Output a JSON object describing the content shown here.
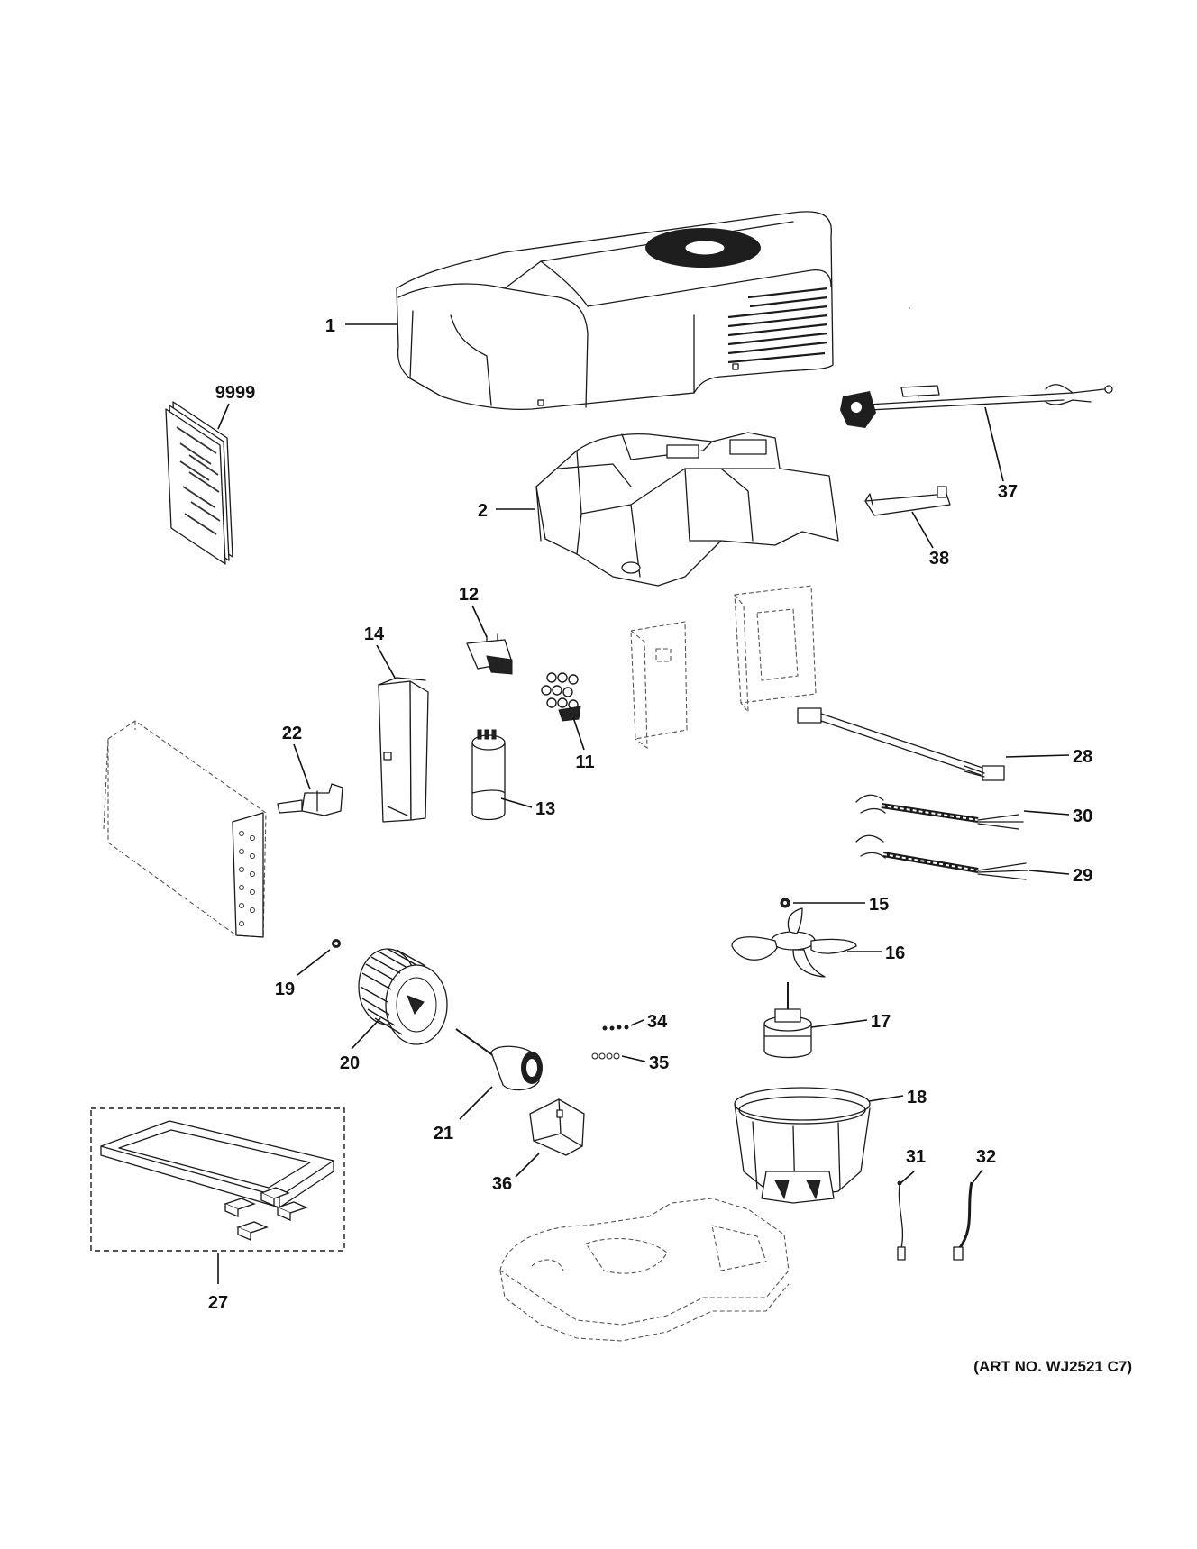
{
  "diagram": {
    "art_number": "(ART NO. WJ2521 C7)",
    "callouts": [
      {
        "id": "c1",
        "text": "1"
      },
      {
        "id": "c2",
        "text": "2"
      },
      {
        "id": "c9999",
        "text": "9999"
      },
      {
        "id": "c37",
        "text": "37"
      },
      {
        "id": "c38",
        "text": "38"
      },
      {
        "id": "c12",
        "text": "12"
      },
      {
        "id": "c14",
        "text": "14"
      },
      {
        "id": "c11",
        "text": "11"
      },
      {
        "id": "c22",
        "text": "22"
      },
      {
        "id": "c13",
        "text": "13"
      },
      {
        "id": "c28",
        "text": "28"
      },
      {
        "id": "c30",
        "text": "30"
      },
      {
        "id": "c29",
        "text": "29"
      },
      {
        "id": "c15",
        "text": "15"
      },
      {
        "id": "c16",
        "text": "16"
      },
      {
        "id": "c19",
        "text": "19"
      },
      {
        "id": "c20",
        "text": "20"
      },
      {
        "id": "c34",
        "text": "34"
      },
      {
        "id": "c17",
        "text": "17"
      },
      {
        "id": "c35",
        "text": "35"
      },
      {
        "id": "c21",
        "text": "21"
      },
      {
        "id": "c18",
        "text": "18"
      },
      {
        "id": "c36",
        "text": "36"
      },
      {
        "id": "c31",
        "text": "31"
      },
      {
        "id": "c32",
        "text": "32"
      },
      {
        "id": "c27",
        "text": "27"
      }
    ]
  }
}
